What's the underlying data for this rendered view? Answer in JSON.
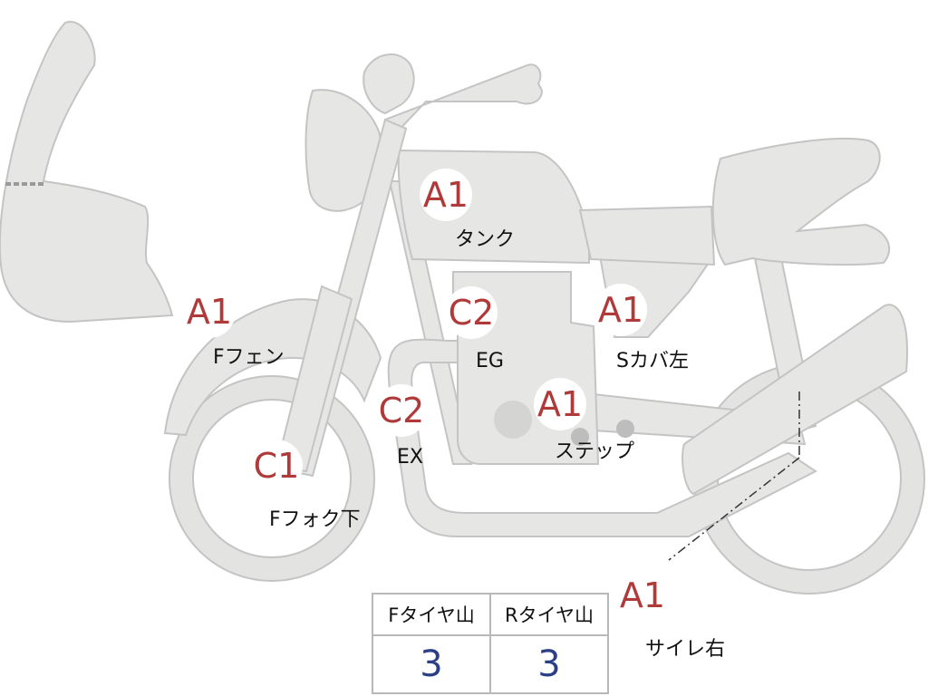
{
  "markers": [
    {
      "id": "tank",
      "grade": "A1",
      "label": "タンク"
    },
    {
      "id": "f-fender",
      "grade": "A1",
      "label": "Fフェン"
    },
    {
      "id": "engine",
      "grade": "C2",
      "label": "EG"
    },
    {
      "id": "side-cover-left",
      "grade": "A1",
      "label": "Sカバ左"
    },
    {
      "id": "exhaust",
      "grade": "C2",
      "label": "EX"
    },
    {
      "id": "step",
      "grade": "A1",
      "label": "ステップ"
    },
    {
      "id": "f-fork-lower",
      "grade": "C1",
      "label": "Fフォク下"
    },
    {
      "id": "muffler-right",
      "grade": "A1",
      "label": "サイレ右"
    }
  ],
  "tread": {
    "headers": [
      "Fタイヤ山",
      "Rタイヤ山"
    ],
    "values": [
      "3",
      "3"
    ]
  },
  "colors": {
    "part_fill": "#e6e6e4",
    "part_stroke": "#c4c4c4",
    "grade": "#b03a3a",
    "tread_value": "#2c3f86"
  }
}
